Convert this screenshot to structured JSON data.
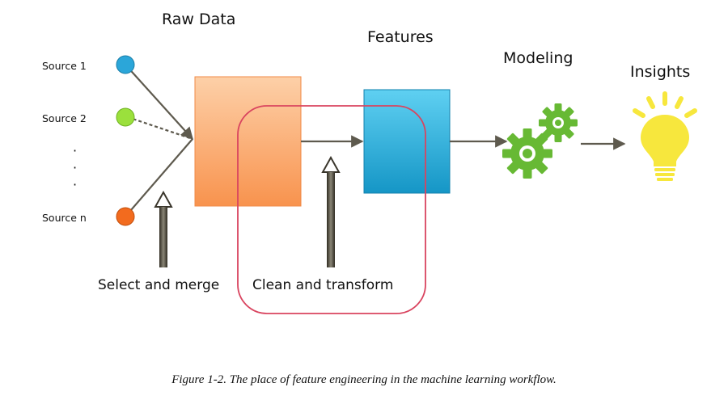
{
  "stages": {
    "raw_data": "Raw Data",
    "features": "Features",
    "modeling": "Modeling",
    "insights": "Insights"
  },
  "sources": [
    {
      "label": "Source 1",
      "color": "#2BA6D9"
    },
    {
      "label": "Source 2",
      "color": "#9BE03C"
    },
    {
      "label": "Source n",
      "color": "#F26B1E"
    }
  ],
  "ellipsis": "·",
  "steps": {
    "select_merge": "Select and merge",
    "clean_transform": "Clean and transform"
  },
  "caption": "Figure 1-2. The place of feature engineering in the machine learning workflow.",
  "colors": {
    "raw_box": "#F9A46B",
    "features_box": "#1CA9D6",
    "gears": "#67B934",
    "bulb": "#F7E73D",
    "highlight": "#D9445F",
    "arrow": "#5E5A4E"
  }
}
